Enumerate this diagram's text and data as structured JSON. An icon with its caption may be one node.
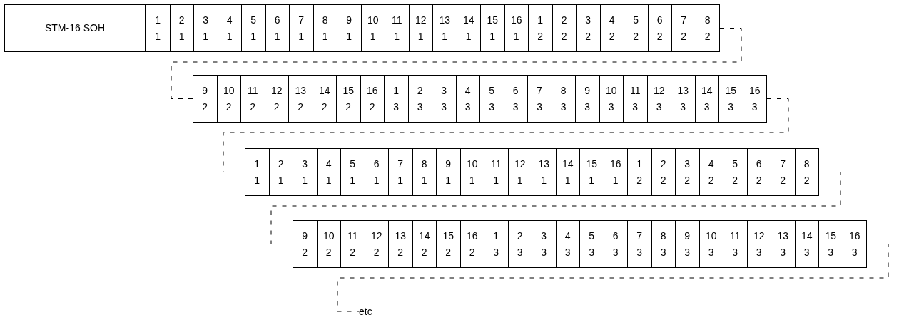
{
  "diagram": {
    "nodes": [
      {
        "text": [
          "STM-16 SOH"
        ]
      },
      {
        "text": [
          "1",
          "1"
        ]
      },
      {
        "text": [
          "2",
          "1"
        ]
      },
      {
        "text": [
          "3",
          "1"
        ]
      },
      {
        "text": [
          "4",
          "1"
        ]
      },
      {
        "text": [
          "5",
          "1"
        ]
      },
      {
        "text": [
          "6",
          "1"
        ]
      },
      {
        "text": [
          "7",
          "1"
        ]
      },
      {
        "text": [
          "8",
          "1"
        ]
      },
      {
        "text": [
          "9",
          "1"
        ]
      },
      {
        "text": [
          "10",
          "1"
        ]
      },
      {
        "text": [
          "11",
          "1"
        ]
      },
      {
        "text": [
          "12",
          "1"
        ]
      },
      {
        "text": [
          "13",
          "1"
        ]
      },
      {
        "text": [
          "14",
          "1"
        ]
      },
      {
        "text": [
          "15",
          "1"
        ]
      },
      {
        "text": [
          "16",
          "1"
        ]
      },
      {
        "text": [
          "1",
          "2"
        ]
      },
      {
        "text": [
          "2",
          "2"
        ]
      },
      {
        "text": [
          "3",
          "2"
        ]
      },
      {
        "text": [
          "4",
          "2"
        ]
      },
      {
        "text": [
          "5",
          "2"
        ]
      },
      {
        "text": [
          "6",
          "2"
        ]
      },
      {
        "text": [
          "7",
          "2"
        ]
      },
      {
        "text": [
          "8",
          "2"
        ]
      },
      {
        "text": [
          "9",
          "2"
        ]
      },
      {
        "text": [
          "10",
          "2"
        ]
      },
      {
        "text": [
          "11",
          "2"
        ]
      },
      {
        "text": [
          "12",
          "2"
        ]
      },
      {
        "text": [
          "13",
          "2"
        ]
      },
      {
        "text": [
          "14",
          "2"
        ]
      },
      {
        "text": [
          "15",
          "2"
        ]
      },
      {
        "text": [
          "16",
          "2"
        ]
      },
      {
        "text": [
          "1",
          "3"
        ]
      },
      {
        "text": [
          "2",
          "3"
        ]
      },
      {
        "text": [
          "3",
          "3"
        ]
      },
      {
        "text": [
          "4",
          "3"
        ]
      },
      {
        "text": [
          "5",
          "3"
        ]
      },
      {
        "text": [
          "6",
          "3"
        ]
      },
      {
        "text": [
          "7",
          "3"
        ]
      },
      {
        "text": [
          "8",
          "3"
        ]
      },
      {
        "text": [
          "9",
          "3"
        ]
      },
      {
        "text": [
          "10",
          "3"
        ]
      },
      {
        "text": [
          "11",
          "3"
        ]
      },
      {
        "text": [
          "12",
          "3"
        ]
      },
      {
        "text": [
          "13",
          "3"
        ]
      },
      {
        "text": [
          "14",
          "3"
        ]
      },
      {
        "text": [
          "15",
          "3"
        ]
      },
      {
        "text": [
          "16",
          "3"
        ]
      },
      {
        "text": [
          "1",
          "1"
        ]
      },
      {
        "text": [
          "2",
          "1"
        ]
      },
      {
        "text": [
          "3",
          "1"
        ]
      },
      {
        "text": [
          "4",
          "1"
        ]
      },
      {
        "text": [
          "5",
          "1"
        ]
      },
      {
        "text": [
          "6",
          "1"
        ]
      },
      {
        "text": [
          "7",
          "1"
        ]
      },
      {
        "text": [
          "8",
          "1"
        ]
      },
      {
        "text": [
          "9",
          "1"
        ]
      },
      {
        "text": [
          "10",
          "1"
        ]
      },
      {
        "text": [
          "11",
          "1"
        ]
      },
      {
        "text": [
          "12",
          "1"
        ]
      },
      {
        "text": [
          "13",
          "1"
        ]
      },
      {
        "text": [
          "14",
          "1"
        ]
      },
      {
        "text": [
          "15",
          "1"
        ]
      },
      {
        "text": [
          "16",
          "1"
        ]
      },
      {
        "text": [
          "1",
          "2"
        ]
      },
      {
        "text": [
          "2",
          "2"
        ]
      },
      {
        "text": [
          "3",
          "2"
        ]
      },
      {
        "text": [
          "4",
          "2"
        ]
      },
      {
        "text": [
          "5",
          "2"
        ]
      },
      {
        "text": [
          "6",
          "2"
        ]
      },
      {
        "text": [
          "7",
          "2"
        ]
      },
      {
        "text": [
          "8",
          "2"
        ]
      },
      {
        "text": [
          "9",
          "2"
        ]
      },
      {
        "text": [
          "10",
          "2"
        ]
      },
      {
        "text": [
          "11",
          "2"
        ]
      },
      {
        "text": [
          "12",
          "2"
        ]
      },
      {
        "text": [
          "13",
          "2"
        ]
      },
      {
        "text": [
          "14",
          "2"
        ]
      },
      {
        "text": [
          "15",
          "2"
        ]
      },
      {
        "text": [
          "16",
          "2"
        ]
      },
      {
        "text": [
          "1",
          "3"
        ]
      },
      {
        "text": [
          "2",
          "3"
        ]
      },
      {
        "text": [
          "3",
          "3"
        ]
      },
      {
        "text": [
          "4",
          "3"
        ]
      },
      {
        "text": [
          "5",
          "3"
        ]
      },
      {
        "text": [
          "6",
          "3"
        ]
      },
      {
        "text": [
          "7",
          "3"
        ]
      },
      {
        "text": [
          "8",
          "3"
        ]
      },
      {
        "text": [
          "9",
          "3"
        ]
      },
      {
        "text": [
          "10",
          "3"
        ]
      },
      {
        "text": [
          "11",
          "3"
        ]
      },
      {
        "text": [
          "12",
          "3"
        ]
      },
      {
        "text": [
          "13",
          "3"
        ]
      },
      {
        "text": [
          "14",
          "3"
        ]
      },
      {
        "text": [
          "15",
          "3"
        ]
      },
      {
        "text": [
          "16",
          "3"
        ]
      },
      {
        "text": [
          "etc"
        ]
      }
    ],
    "edges": [
      {
        "from": 24,
        "to": 25,
        "arrow": "none",
        "style": "dashed"
      },
      {
        "from": 48,
        "to": 49,
        "arrow": "none",
        "style": "dashed"
      },
      {
        "from": 72,
        "to": 73,
        "arrow": "none",
        "style": "dashed"
      },
      {
        "from": 96,
        "to": 97,
        "arrow": "none",
        "style": "dashed"
      }
    ]
  }
}
